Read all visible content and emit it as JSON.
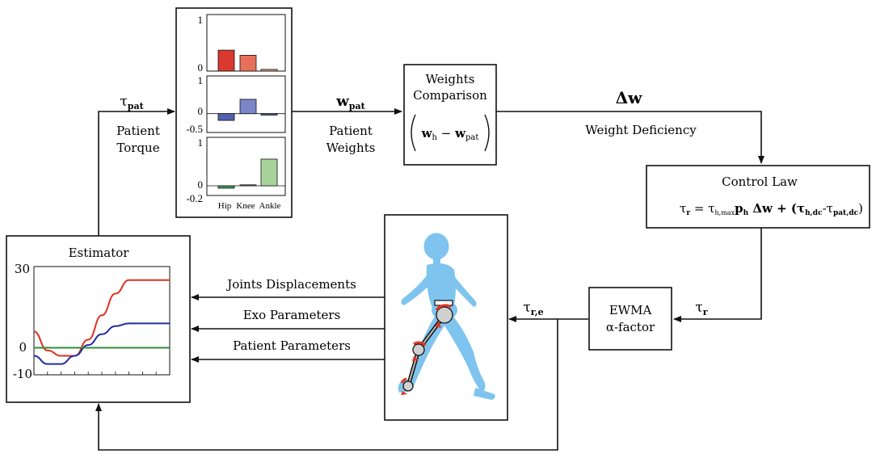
{
  "estimator": {
    "title": "Estimator",
    "yticks": [
      "30",
      "0",
      "-10"
    ]
  },
  "weights_panels": {
    "p1_ticks": [
      "1",
      "0"
    ],
    "p2_ticks": [
      "1",
      "0",
      "-0.5"
    ],
    "p3_ticks": [
      "1",
      "0",
      "-0.2"
    ],
    "xticks": [
      "Hip",
      "Knee",
      "Ankle"
    ]
  },
  "comparison": {
    "title_line1": "Weights",
    "title_line2": "Comparison",
    "formula_left": "w",
    "formula_left_sub": "h",
    "formula_minus": " − ",
    "formula_right": "w",
    "formula_right_sub": "pat"
  },
  "control": {
    "title": "Control Law",
    "eq_lhs": "τ",
    "eq_lhs_sub": "r",
    "eq_eq": " = τ",
    "eq_hmax_sub": "h,max",
    "eq_p": "p",
    "eq_p_sub": "h",
    "eq_dw": " Δw + (τ",
    "eq_hdc_sub": "h,dc",
    "eq_dash": "-τ",
    "eq_patdc_sub": "pat,dc",
    "eq_close": ")"
  },
  "ewma": {
    "line1": "EWMA",
    "line2": "α-factor"
  },
  "labels": {
    "tau_pat": "τ",
    "tau_pat_sub": "pat",
    "patient_torque_1": "Patient",
    "patient_torque_2": "Torque",
    "w_pat": "w",
    "w_pat_sub": "pat",
    "patient_weights_1": "Patient",
    "patient_weights_2": "Weights",
    "delta_w": "Δw",
    "weight_deficiency": "Weight Deficiency",
    "tau_r": "τ",
    "tau_r_sub": "r",
    "tau_re": "τ",
    "tau_re_sub": "r,e",
    "joints_displacements": "Joints Displacements",
    "exo_parameters": "Exo Parameters",
    "patient_parameters": "Patient Parameters"
  },
  "colors": {
    "hip": "#d9392e",
    "knee_red": "#e8705b",
    "ankle_red": "#ef9a7a",
    "blue": "#5560ad",
    "blue_light": "#7a86c8",
    "green": "#3f9a58",
    "green_light": "#a8d39a",
    "body": "#7ec4ee",
    "curve_red": "#e03020",
    "curve_blue": "#1f2fa0",
    "curve_green": "#2f8c3a"
  },
  "chart_data": [
    {
      "type": "bar",
      "categories": [
        "Hip",
        "Knee",
        "Ankle"
      ],
      "values": [
        0.37,
        0.28,
        0.03
      ],
      "ylim": [
        0,
        1
      ]
    },
    {
      "type": "bar",
      "categories": [
        "Hip",
        "Knee",
        "Ankle"
      ],
      "values": [
        -0.18,
        0.38,
        -0.04
      ],
      "ylim": [
        -0.5,
        1
      ]
    },
    {
      "type": "bar",
      "categories": [
        "Hip",
        "Knee",
        "Ankle"
      ],
      "values": [
        -0.05,
        0.02,
        0.55
      ],
      "ylim": [
        -0.2,
        1
      ]
    },
    {
      "type": "line",
      "x": [
        0,
        10,
        20,
        30,
        40,
        50,
        60,
        70,
        80,
        90,
        100
      ],
      "series": [
        {
          "values": [
            6,
            -1,
            -3,
            -3,
            3,
            12,
            20,
            25,
            25,
            25,
            25
          ]
        },
        {
          "values": [
            -3,
            -6,
            -6,
            -3,
            1,
            5,
            8,
            9,
            9,
            9,
            9
          ]
        },
        {
          "values": [
            0,
            0,
            0,
            0,
            0,
            0,
            0,
            0,
            0,
            0,
            0
          ]
        }
      ],
      "ylim": [
        -10,
        30
      ]
    }
  ]
}
